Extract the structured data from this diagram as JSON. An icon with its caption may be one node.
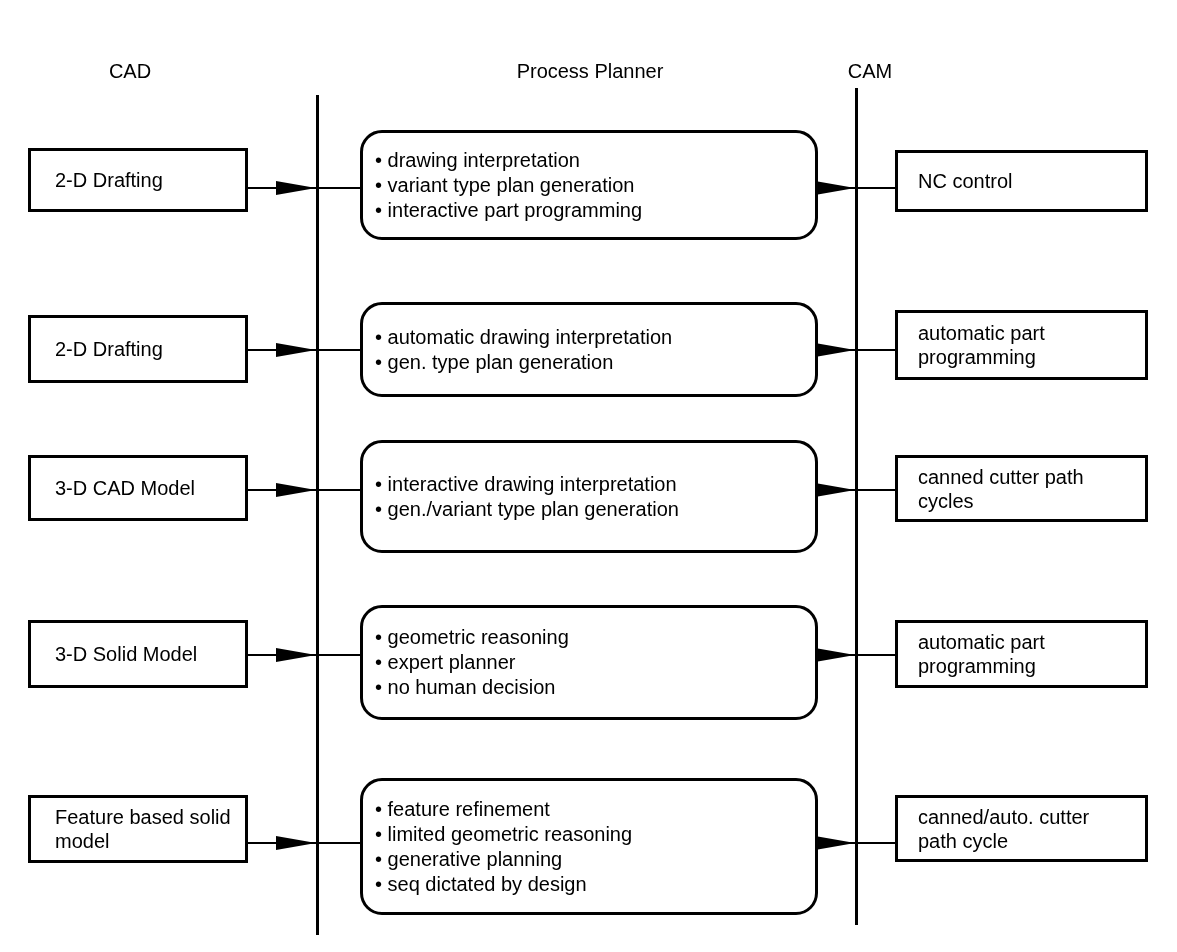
{
  "diagram": {
    "nodes": [
      {
        "text": [
          "2-D Drafting"
        ]
      },
      {
        "text": [
          "2-D Drafting"
        ]
      },
      {
        "text": [
          "3-D CAD Model"
        ]
      },
      {
        "text": [
          "3-D Solid Model"
        ]
      },
      {
        "text": [
          "Feature based solid model"
        ]
      },
      {
        "text": [
          "• drawing interpretation",
          "• variant type plan generation",
          "• interactive part programming"
        ]
      },
      {
        "text": [
          "• automatic drawing interpretation",
          "• gen. type plan generation"
        ]
      },
      {
        "text": [
          "• interactive drawing interpretation",
          "• gen./variant type plan generation"
        ]
      },
      {
        "text": [
          "• geometric reasoning",
          "• expert planner",
          "• no human decision"
        ]
      },
      {
        "text": [
          "• feature refinement",
          "• limited geometric reasoning",
          "• generative planning",
          "• seq dictated by design"
        ]
      },
      {
        "text": [
          "NC control"
        ]
      },
      {
        "text": [
          "automatic part programming"
        ]
      },
      {
        "text": [
          "canned cutter path cycles"
        ]
      },
      {
        "text": [
          "automatic part programming"
        ]
      },
      {
        "text": [
          "canned/auto. cutter path cycle"
        ]
      },
      {
        "text": [],
        "shape": "bar"
      },
      {
        "text": [],
        "shape": "bar"
      }
    ],
    "edges": [
      {
        "from": 0,
        "to": 15,
        "arrow": "to"
      },
      {
        "from": 15,
        "to": 5,
        "arrow": "none"
      },
      {
        "from": 5,
        "to": 16,
        "arrow": "to"
      },
      {
        "from": 16,
        "to": 10,
        "arrow": "none"
      },
      {
        "from": 1,
        "to": 15,
        "arrow": "to"
      },
      {
        "from": 15,
        "to": 6,
        "arrow": "none"
      },
      {
        "from": 6,
        "to": 16,
        "arrow": "to"
      },
      {
        "from": 16,
        "to": 11,
        "arrow": "none"
      },
      {
        "from": 2,
        "to": 15,
        "arrow": "to"
      },
      {
        "from": 15,
        "to": 7,
        "arrow": "none"
      },
      {
        "from": 7,
        "to": 16,
        "arrow": "to"
      },
      {
        "from": 16,
        "to": 12,
        "arrow": "none"
      },
      {
        "from": 3,
        "to": 15,
        "arrow": "to"
      },
      {
        "from": 15,
        "to": 8,
        "arrow": "none"
      },
      {
        "from": 8,
        "to": 16,
        "arrow": "to"
      },
      {
        "from": 16,
        "to": 13,
        "arrow": "none"
      },
      {
        "from": 4,
        "to": 15,
        "arrow": "to"
      },
      {
        "from": 15,
        "to": 9,
        "arrow": "none"
      },
      {
        "from": 9,
        "to": 16,
        "arrow": "to"
      },
      {
        "from": 16,
        "to": 14,
        "arrow": "none"
      }
    ],
    "labels": [
      "CAD",
      "Process Planner",
      "CAM"
    ]
  }
}
